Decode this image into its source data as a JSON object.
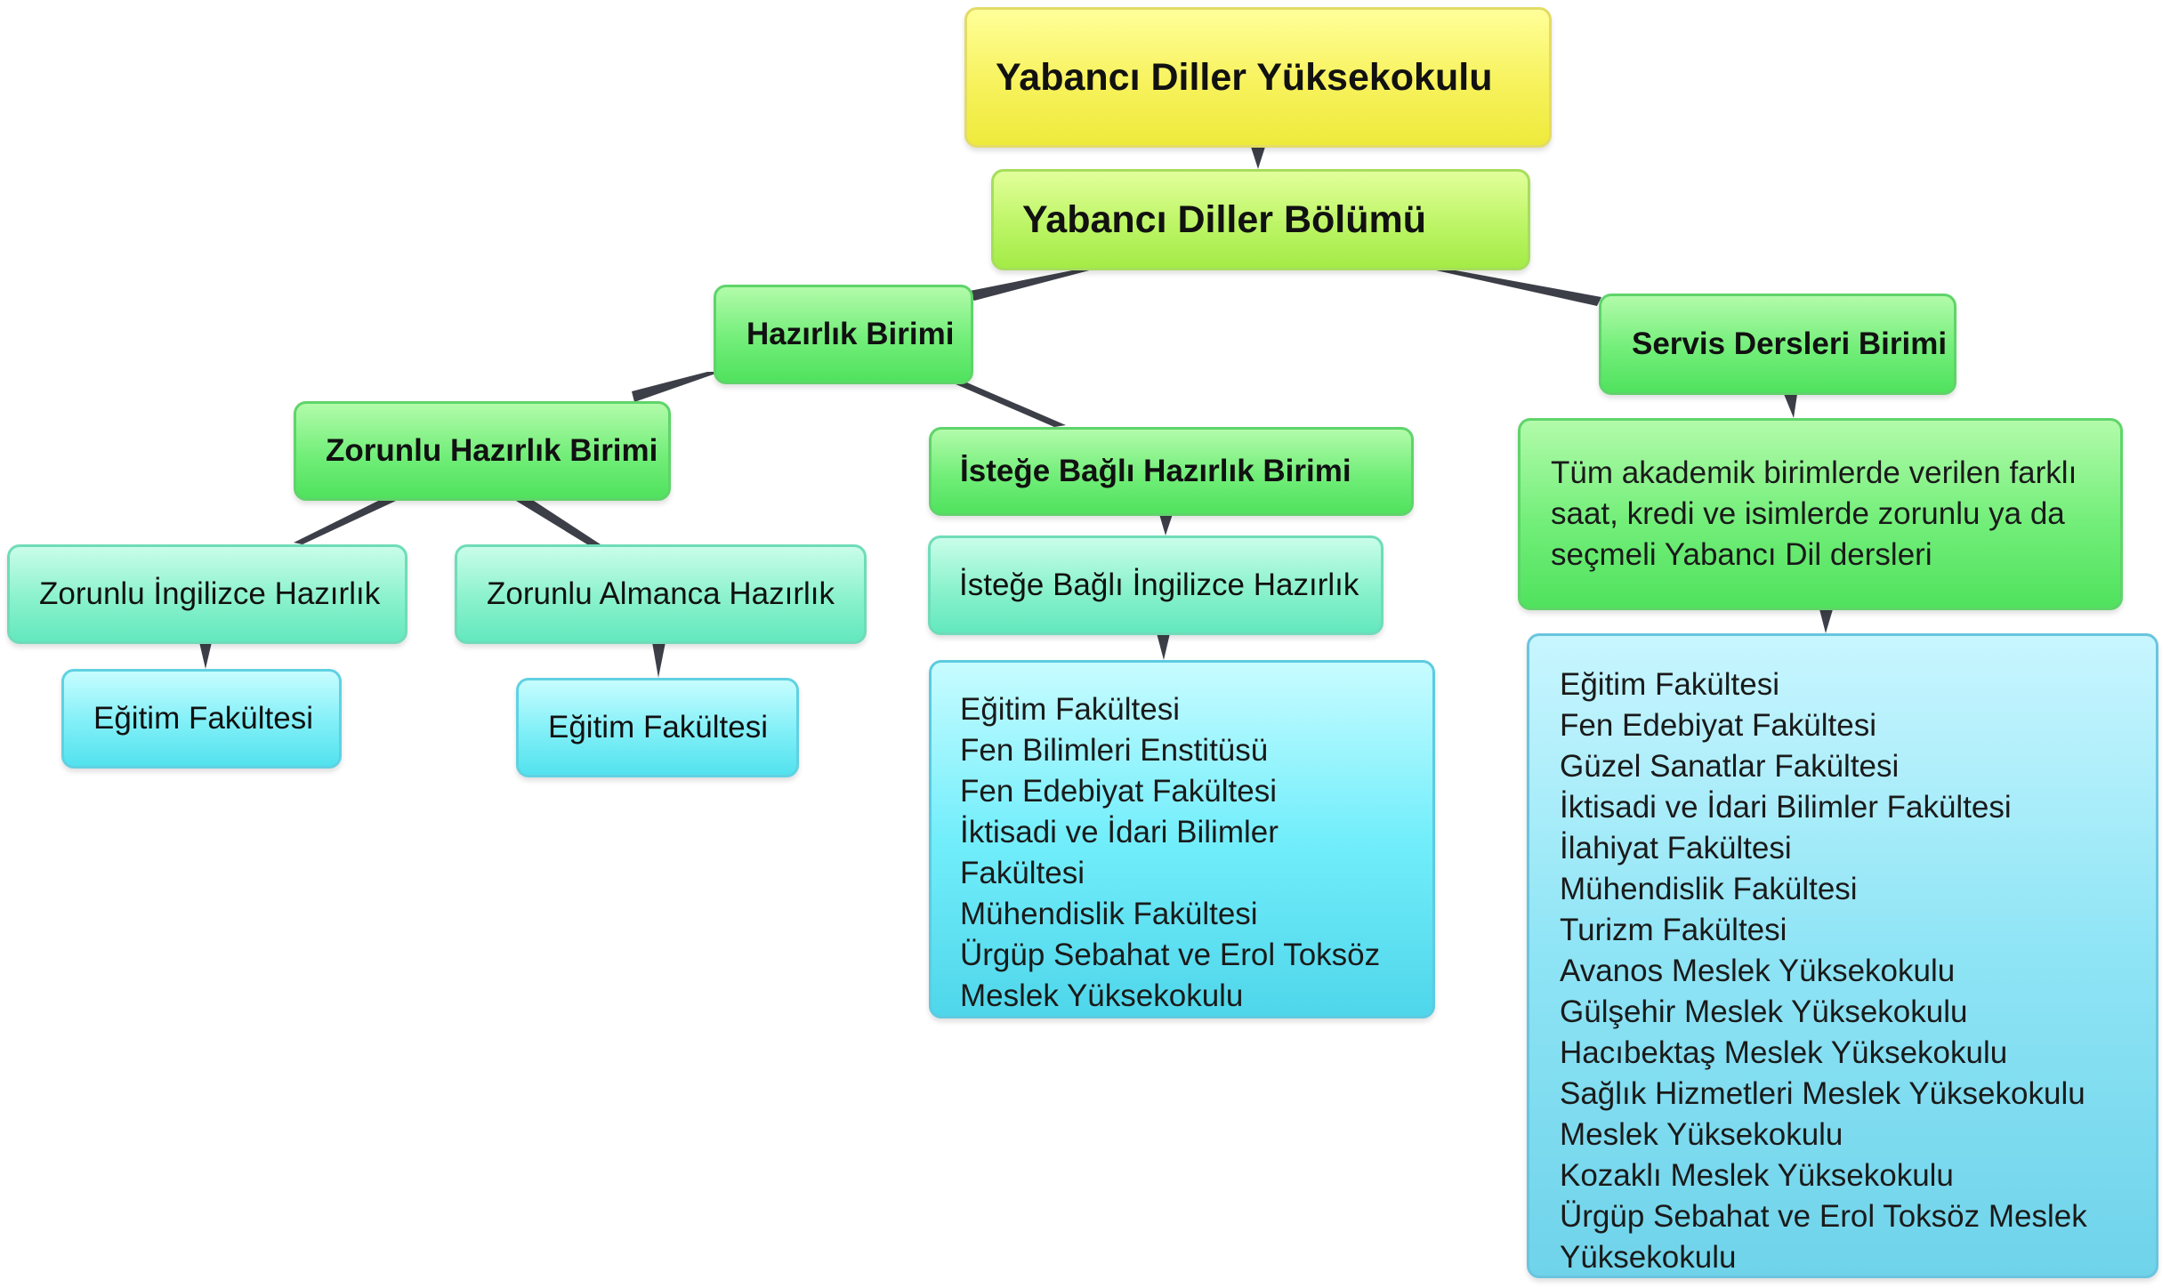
{
  "nodes": {
    "root": "Yabancı Diller Yüksekokulu",
    "department": "Yabancı Diller Bölümü",
    "prep_unit": "Hazırlık Birimi",
    "service_unit": "Servis Dersleri Birimi",
    "mandatory_prep": "Zorunlu Hazırlık Birimi",
    "optional_prep": "İsteğe Bağlı Hazırlık Birimi",
    "service_description": "Tüm akademik birimlerde verilen farklı saat, kredi ve isimlerde zorunlu ya da seçmeli Yabancı Dil dersleri",
    "mandatory_english": "Zorunlu İngilizce Hazırlık",
    "mandatory_german": "Zorunlu Almanca Hazırlık",
    "optional_english": "İsteğe Bağlı İngilizce Hazırlık",
    "english_faculty": "Eğitim Fakültesi",
    "german_faculty": "Eğitim Fakültesi"
  },
  "optional_english_faculties": [
    "Eğitim Fakültesi",
    "Fen Bilimleri Enstitüsü",
    "Fen Edebiyat Fakültesi",
    "İktisadi ve İdari Bilimler",
    "Fakültesi",
    "Mühendislik Fakültesi",
    "Ürgüp Sebahat ve Erol Toksöz",
    "Meslek Yüksekokulu"
  ],
  "service_faculties": [
    "Eğitim Fakültesi",
    "Fen Edebiyat Fakültesi",
    "Güzel Sanatlar Fakültesi",
    "İktisadi ve İdari Bilimler Fakültesi",
    "İlahiyat Fakültesi",
    "Mühendislik Fakültesi",
    "Turizm Fakültesi",
    "Avanos Meslek Yüksekokulu",
    "Gülşehir Meslek Yüksekokulu",
    "Hacıbektaş Meslek Yüksekokulu",
    "Sağlık Hizmetleri Meslek Yüksekokulu",
    "Meslek Yüksekokulu",
    "Kozaklı Meslek Yüksekokulu",
    "Ürgüp Sebahat ve Erol Toksöz Meslek",
    "Yüksekokulu"
  ],
  "colors": {
    "connector": "#3d3f48",
    "root_fill": "#f7f25c",
    "department_fill": "#bdf566",
    "unit_fill": "#72ee79",
    "program_fill": "#8af2cd",
    "faculty_fill": "#80eff7"
  }
}
